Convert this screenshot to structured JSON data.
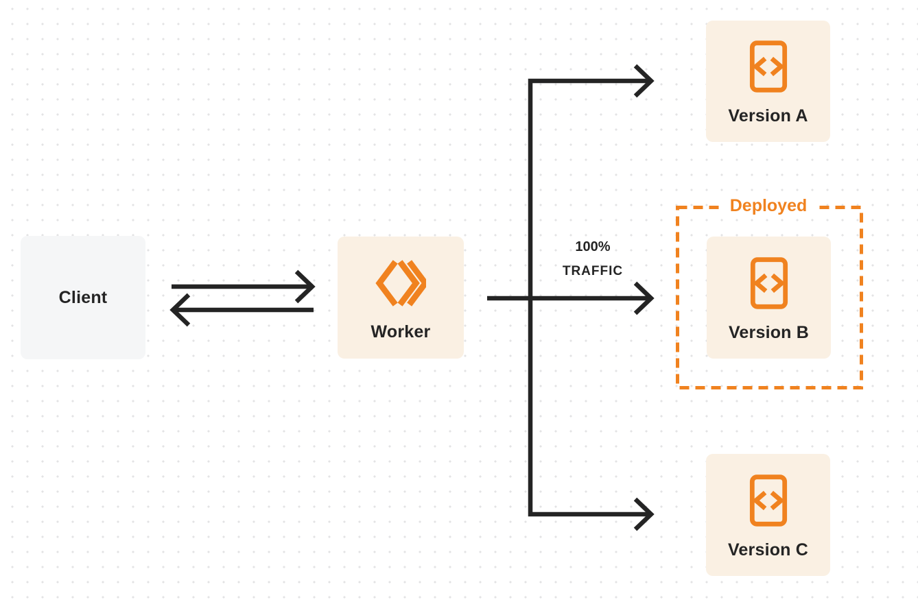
{
  "nodes": {
    "client": {
      "label": "Client"
    },
    "worker": {
      "label": "Worker"
    },
    "version_a": {
      "label": "Version A"
    },
    "version_b": {
      "label": "Version B"
    },
    "version_c": {
      "label": "Version C"
    }
  },
  "annotations": {
    "deployed_label": "Deployed",
    "traffic_percent": "100%",
    "traffic_word": "TRAFFIC"
  },
  "icons": {
    "worker": "worker-logo-icon",
    "version": "code-document-icon"
  },
  "colors": {
    "orange": "#F0821F",
    "cream": "#FAF0E3",
    "client_gray": "#F5F6F7",
    "ink": "#242424",
    "dot": "#E3E3E4",
    "background": "#FFFFFF"
  }
}
